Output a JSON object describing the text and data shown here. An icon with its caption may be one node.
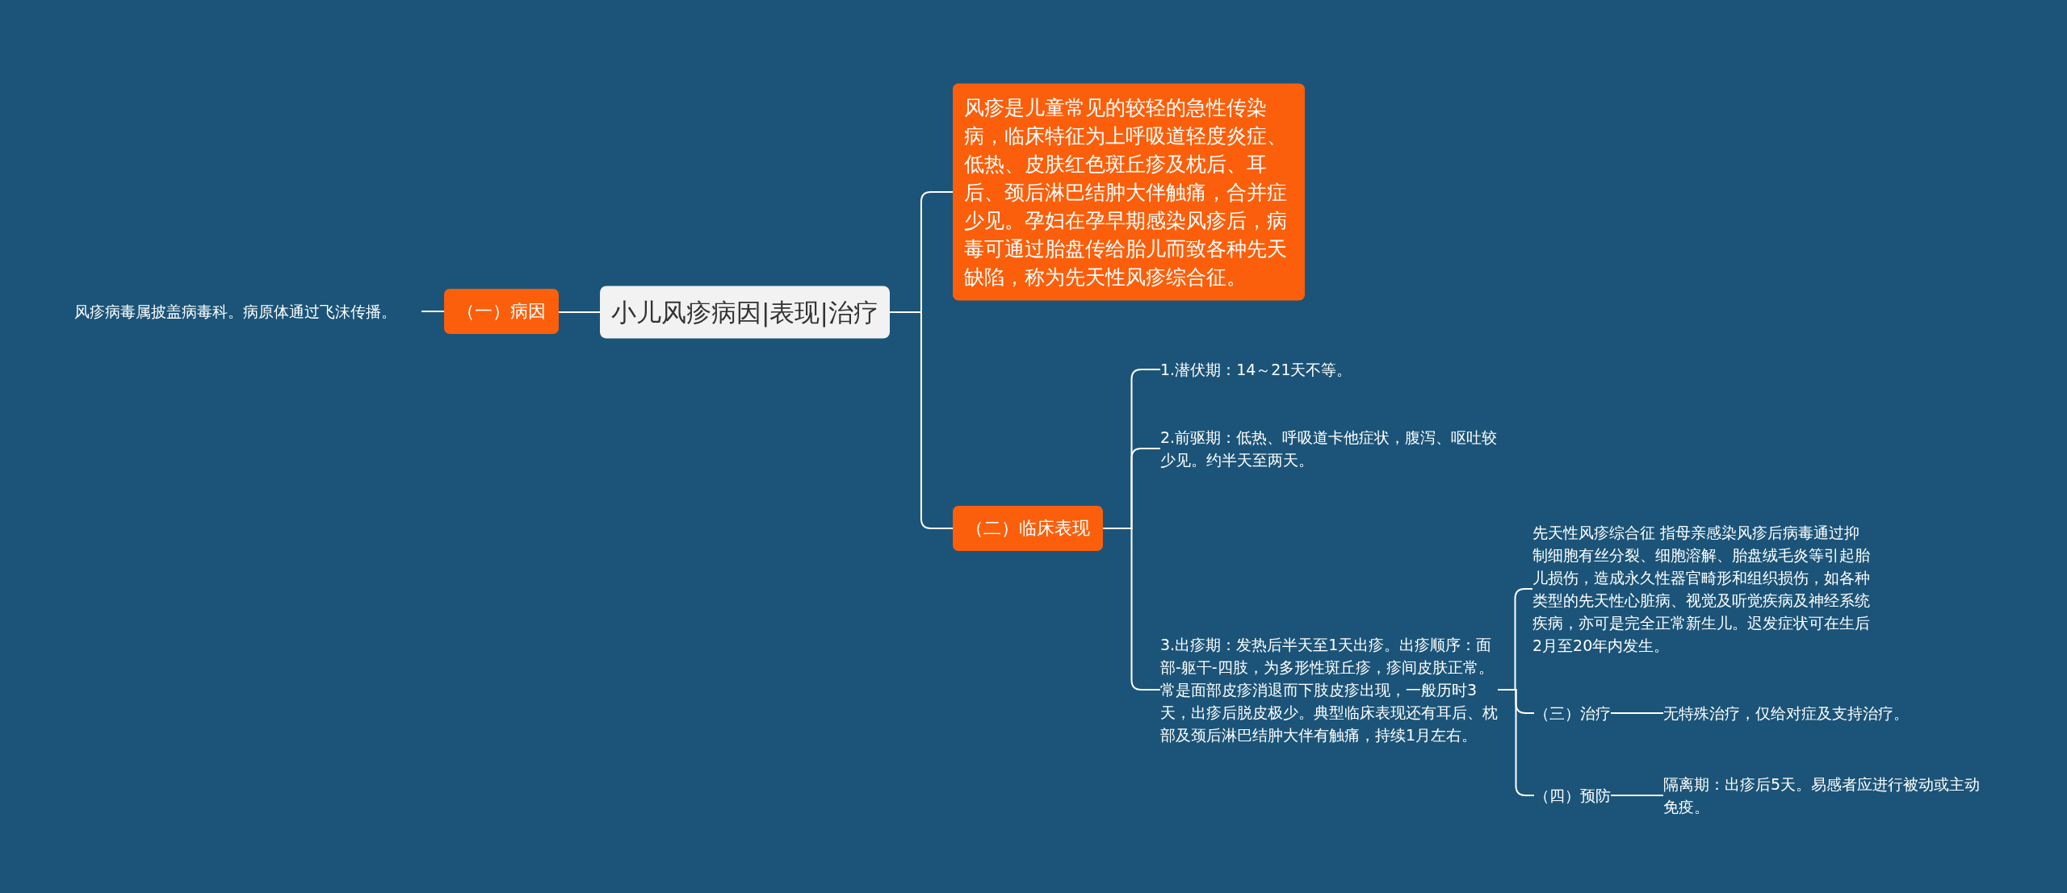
{
  "diagram": {
    "nodes": [
      {
        "text": [
          "小儿风疹病因|表现|治疗"
        ]
      },
      {
        "text": [
          "（一）病因"
        ]
      },
      {
        "text": [
          "风疹病毒属披盖病毒科。病原体通过飞沫传播。"
        ]
      },
      {
        "text": [
          "风疹是儿童常见的较轻的急性传染病，临床特征为上呼吸道轻度炎症、低热、皮肤红色斑丘疹及枕后、耳后、颈后淋巴结肿大伴触痛，合并症少见。孕妇在孕早期感染风疹后，病毒可通过胎盘传给胎儿而致各种先天缺陷，称为先天性风疹综合征。"
        ]
      },
      {
        "text": [
          "（二）临床表现"
        ]
      },
      {
        "text": [
          "1.潜伏期：14～21天不等。"
        ]
      },
      {
        "text": [
          "2.前驱期：低热、呼吸道卡他症状，腹泻、呕吐较少见。约半天至两天。"
        ]
      },
      {
        "text": [
          "3.出疹期：发热后半天至1天出疹。出疹顺序：面部-躯干-四肢，为多形性斑丘疹，疹间皮肤正常。常是面部皮疹消退而下肢皮疹出现，一般历时3天，出疹后脱皮极少。典型临床表现还有耳后、枕部及颈后淋巴结肿大伴有触痛，持续1月左右。"
        ]
      },
      {
        "text": [
          "先天性风疹综合征 指母亲感染风疹后病毒通过抑制细胞有丝分裂、细胞溶解、胎盘绒毛炎等引起胎儿损伤，造成永久性器官畸形和组织损伤，如各种类型的先天性心脏病、视觉及听觉疾病及神经系统疾病，亦可是完全正常新生儿。迟发症状可在生后2月至20年内发生。"
        ]
      },
      {
        "text": [
          "（三）治疗"
        ]
      },
      {
        "text": [
          "无特殊治疗，仅给对症及支持治疗。"
        ]
      },
      {
        "text": [
          "（四）预防"
        ]
      },
      {
        "text": [
          "隔离期：出疹后5天。易感者应进行被动或主动免疫。"
        ]
      }
    ],
    "edges": [
      {
        "from": 0,
        "to": 1,
        "arrow": "none"
      },
      {
        "from": 1,
        "to": 2,
        "arrow": "none"
      },
      {
        "from": 0,
        "to": 3,
        "arrow": "none"
      },
      {
        "from": 0,
        "to": 4,
        "arrow": "none"
      },
      {
        "from": 4,
        "to": 5,
        "arrow": "none"
      },
      {
        "from": 4,
        "to": 6,
        "arrow": "none"
      },
      {
        "from": 4,
        "to": 7,
        "arrow": "none"
      },
      {
        "from": 7,
        "to": 8,
        "arrow": "none"
      },
      {
        "from": 7,
        "to": 9,
        "arrow": "none"
      },
      {
        "from": 7,
        "to": 11,
        "arrow": "none"
      },
      {
        "from": 9,
        "to": 10,
        "arrow": "none"
      },
      {
        "from": 11,
        "to": 12,
        "arrow": "none"
      }
    ]
  }
}
